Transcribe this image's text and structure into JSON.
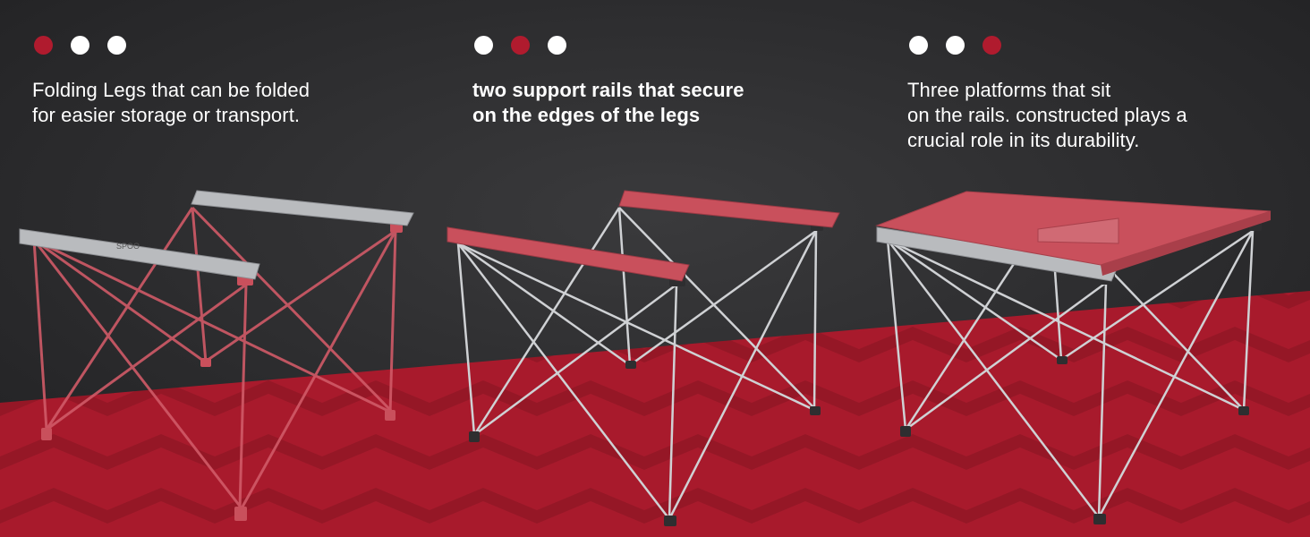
{
  "panels": [
    {
      "id": "legs",
      "active_dot": 0,
      "caption_lines": [
        "Folding Legs that can be folded",
        "for easier storage or transport."
      ]
    },
    {
      "id": "rails",
      "active_dot": 1,
      "caption_lines": [
        "two support rails that secure",
        "on the edges of the legs"
      ]
    },
    {
      "id": "platforms",
      "active_dot": 2,
      "caption_lines": [
        "Three platforms that sit",
        "on the rails. constructed plays a",
        "crucial role in its durability."
      ]
    }
  ],
  "brand_mark": "SPOO",
  "colors": {
    "background": "#2b2b2d",
    "red_band": "#a81a2c",
    "red_band_dark": "#8e1524",
    "highlight_red": "#c9505c",
    "frame_silver": "#c8cacd",
    "dot_active": "#b01b2e",
    "dot_inactive": "#ffffff"
  }
}
